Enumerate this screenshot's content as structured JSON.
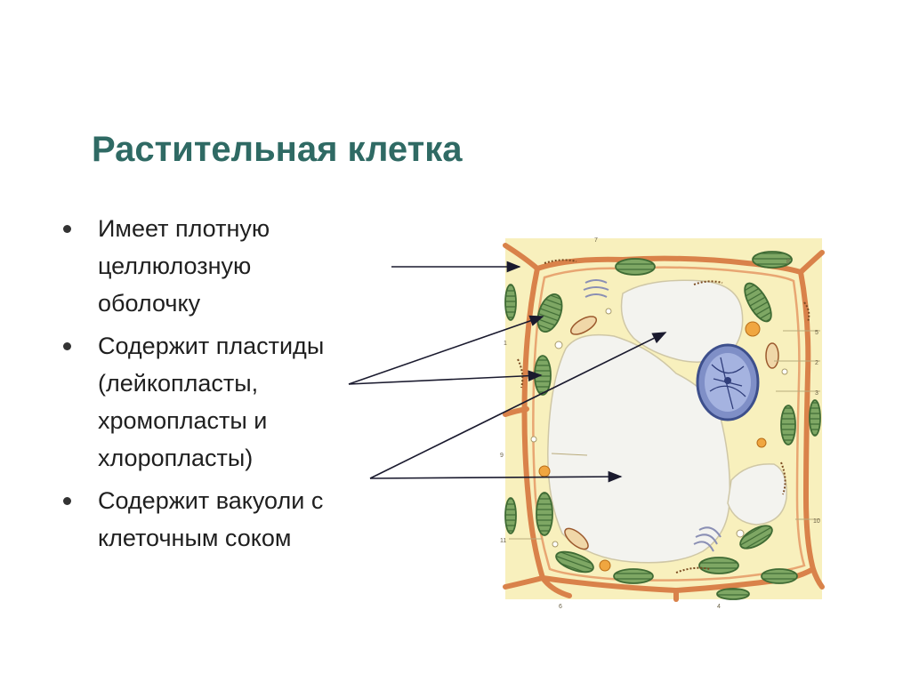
{
  "title": "Растительная клетка",
  "bullets": [
    {
      "lines": [
        "Имеет плотную",
        "целлюлозную",
        "оболочку"
      ]
    },
    {
      "lines": [
        "Содержит пластиды",
        "(лейкопласты,",
        "хромопласты и",
        "хлоропласты)"
      ]
    },
    {
      "lines": [
        "Содержит вакуоли с",
        "клеточным соком"
      ]
    }
  ],
  "diagram": {
    "callout_numbers": [
      "1",
      "2",
      "3",
      "4",
      "5",
      "6",
      "7",
      "8",
      "9",
      "10",
      "11"
    ],
    "colors": {
      "background": "#f8f0bd",
      "cell_wall": "#d9824a",
      "chloroplast": "#6f9b57",
      "vacuole": "#f3f3ef",
      "nucleus": "#7f8fc7",
      "arrow": "#1a1a2e",
      "title": "#2f6a64"
    }
  }
}
